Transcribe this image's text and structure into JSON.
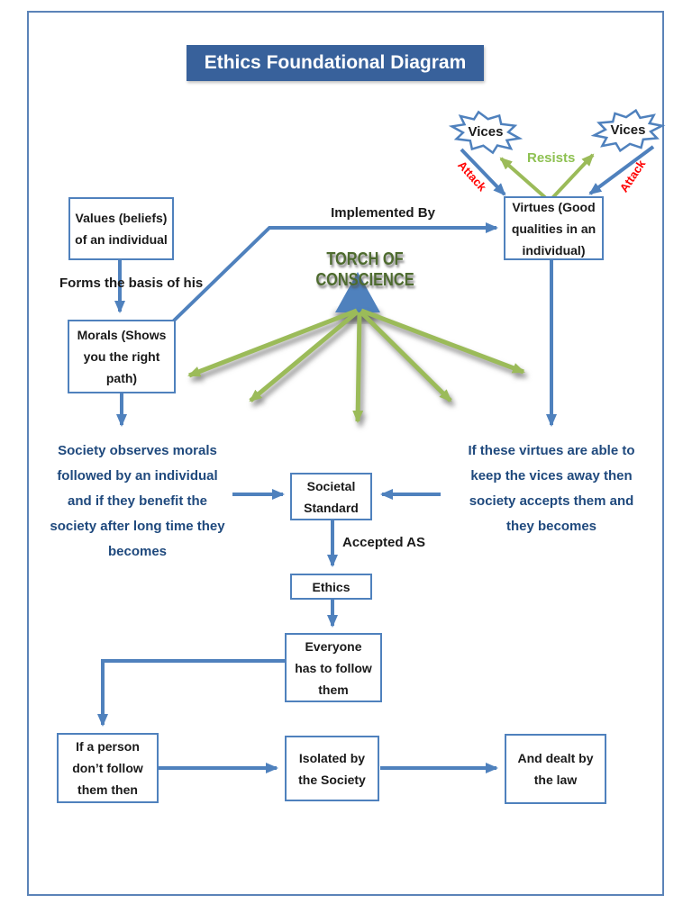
{
  "title": "Ethics Foundational Diagram",
  "colors": {
    "accent_blue": "#4F81BD",
    "frame_blue": "#5B83B8",
    "title_bg": "#38619B",
    "navy_text": "#1F497D",
    "green_arrow": "#9BBB59",
    "resists_green": "#8EC152",
    "attack_red": "#FF0000",
    "torch_green": "#4E6B2F"
  },
  "nodes": {
    "values": {
      "text": "Values (beliefs)\nof an individual"
    },
    "morals": {
      "text": "Morals (Shows\nyou the right\npath)"
    },
    "virtues": {
      "text": "Virtues (Good\nqualities in an\nindividual)"
    },
    "societal": {
      "text": "Societal\nStandard"
    },
    "ethics": {
      "text": "Ethics"
    },
    "everyone": {
      "text": "Everyone\nhas to follow\nthem"
    },
    "if_person": {
      "text": "If a person\ndon’t follow\nthem then"
    },
    "isolated": {
      "text": "Isolated by\nthe Society"
    },
    "dealt": {
      "text": "And dealt by\nthe law"
    },
    "vices_left": {
      "text": "Vices"
    },
    "vices_right": {
      "text": "Vices"
    }
  },
  "labels": {
    "implemented_by": "Implemented By",
    "forms_basis": "Forms the basis of his",
    "torch": "TORCH OF CONSCIENCE",
    "resists": "Resists",
    "attack_left": "Attack",
    "attack_right": "Attack",
    "accepted_as": "Accepted AS",
    "society_paragraph": "Society observes morals\nfollowed by an individual\nand if they benefit the\nsociety after long time they\nbecomes",
    "virtues_paragraph": "If these virtues are able to\nkeep the vices away then\nsociety accepts them and\nthey becomes"
  }
}
